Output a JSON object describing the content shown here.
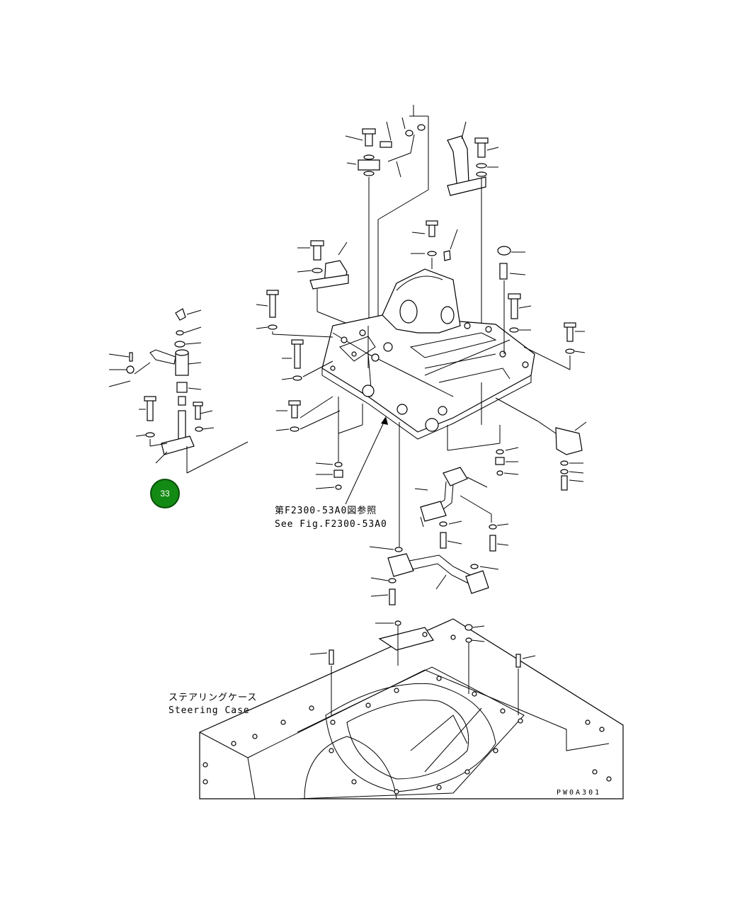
{
  "reference_note": {
    "line_jp": "第F2300-53A0図参照",
    "line_en": "See Fig.F2300-53A0"
  },
  "case_label": {
    "line_jp": "ステアリングケース",
    "line_en": "Steering Case"
  },
  "drawing_code": "PW0A301",
  "callout": {
    "number": "33",
    "color": "#138a13"
  }
}
